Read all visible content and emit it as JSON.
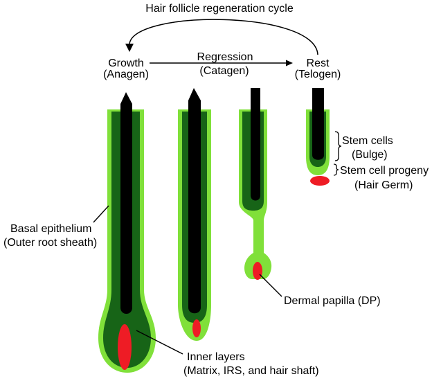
{
  "title": "Hair follicle regeneration cycle",
  "stages": [
    {
      "name": "Growth",
      "phase": "(Anagen)"
    },
    {
      "name": "Regression",
      "phase": "(Catagen)"
    },
    {
      "name": "Rest",
      "phase": "(Telogen)"
    }
  ],
  "labels": {
    "basal_epithelium": {
      "name": "Basal epithelium",
      "detail": "(Outer root sheath)"
    },
    "stem_cells": {
      "name": "Stem cells",
      "detail": "(Bulge)"
    },
    "stem_cell_progeny": {
      "name": "Stem cell progeny",
      "detail": "(Hair Germ)"
    },
    "dermal_papilla": {
      "name": "Dermal papilla (DP)"
    },
    "inner_layers": {
      "name": "Inner layers",
      "detail": "(Matrix, IRS, and hair shaft)"
    }
  },
  "colors": {
    "outer_root_sheath": "#80e03a",
    "inner_layers": "#176417",
    "hair_shaft": "#000000",
    "dermal_papilla": "#ee1c25"
  }
}
